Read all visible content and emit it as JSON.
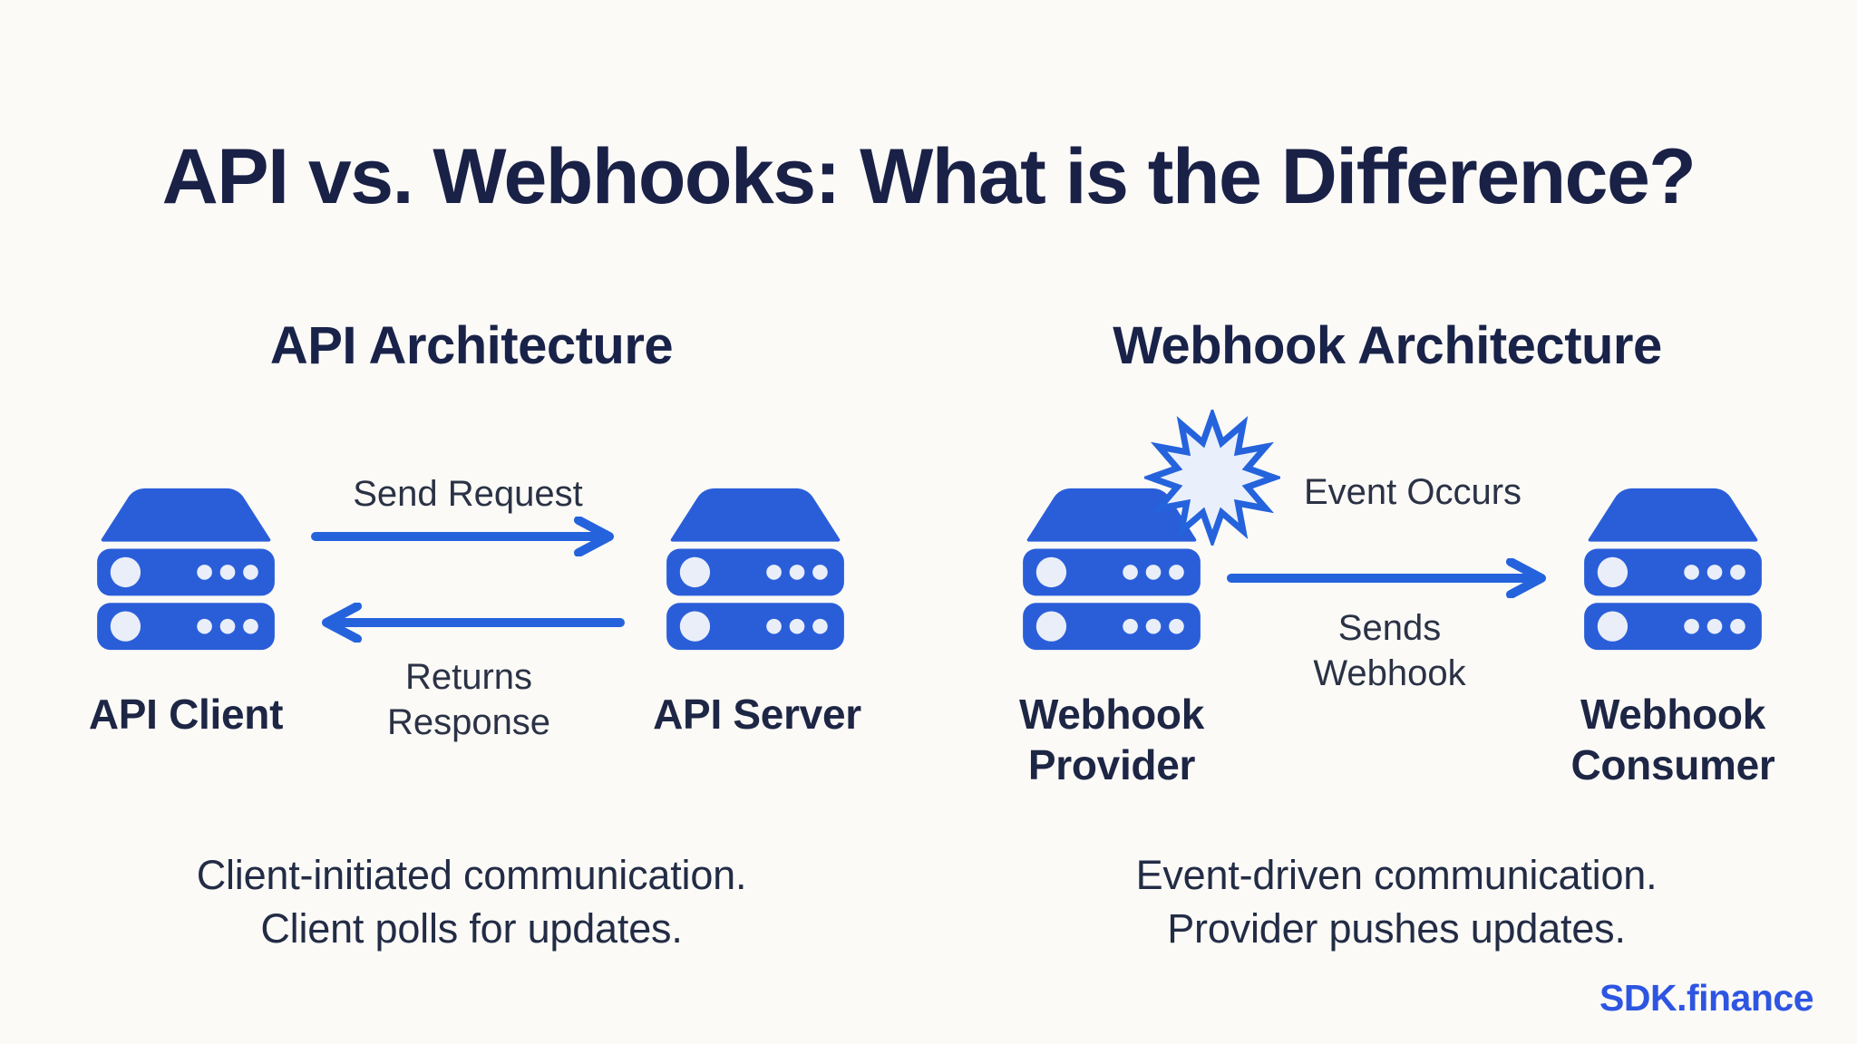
{
  "title": "API vs. Webhooks: What is the Difference?",
  "colors": {
    "page_bg": "#fbfaf7",
    "server_blue": "#2a5ed9",
    "server_light": "#e9eef8",
    "arrow_blue": "#2563dd",
    "burst_fill": "#eaf0fb",
    "title_navy": "#1a2147",
    "heading_navy": "#192248",
    "label_navy": "#1d2644",
    "body_text": "#232c45",
    "arrow_label": "#2b3245",
    "logo_blue": "#2e55e2"
  },
  "api_section": {
    "heading": "API Architecture",
    "client_label": "API Client",
    "server_label": "API Server",
    "send_request_label": "Send Request",
    "returns_response_line1": "Returns",
    "returns_response_line2": "Response",
    "summary_line1": "Client-initiated communication.",
    "summary_line2": "Client polls for updates."
  },
  "webhook_section": {
    "heading": "Webhook Architecture",
    "provider_label_line1": "Webhook",
    "provider_label_line2": "Provider",
    "consumer_label_line1": "Webhook",
    "consumer_label_line2": "Consumer",
    "event_occurs_label": "Event Occurs",
    "sends_webhook_line1": "Sends",
    "sends_webhook_line2": "Webhook",
    "summary_line1": "Event-driven communication.",
    "summary_line2": "Provider pushes updates."
  },
  "footer": {
    "logo_text": "SDK.finance"
  }
}
